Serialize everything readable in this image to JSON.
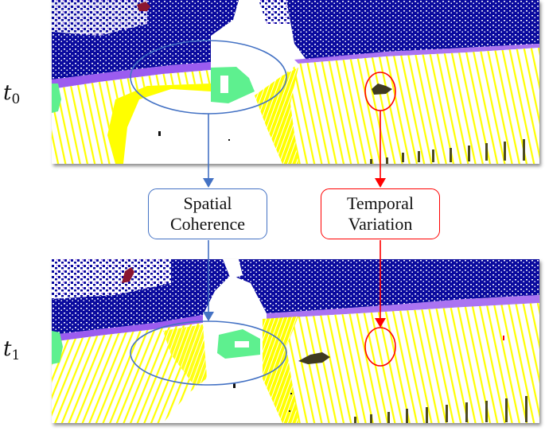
{
  "figure": {
    "frames": [
      {
        "id": "t0",
        "label_var": "t",
        "label_sub": "0"
      },
      {
        "id": "t1",
        "label_var": "t",
        "label_sub": "1"
      }
    ],
    "boxes": {
      "spatial": {
        "line1": "Spatial",
        "line2": "Coherence",
        "color": "#4472c4"
      },
      "temporal": {
        "line1": "Temporal",
        "line2": "Variation",
        "color": "#ff0000"
      }
    },
    "colors": {
      "vegetation": "#0a0a9e",
      "sidewalk": "#9b5cf0",
      "road": "#ffff00",
      "car": "#5ef08f",
      "moving_object": "#3f3a20",
      "pole_trunk": "#4d4a1e",
      "person": "#8b1530",
      "ellipse": "#4472c4",
      "circle": "#ff0000"
    }
  }
}
